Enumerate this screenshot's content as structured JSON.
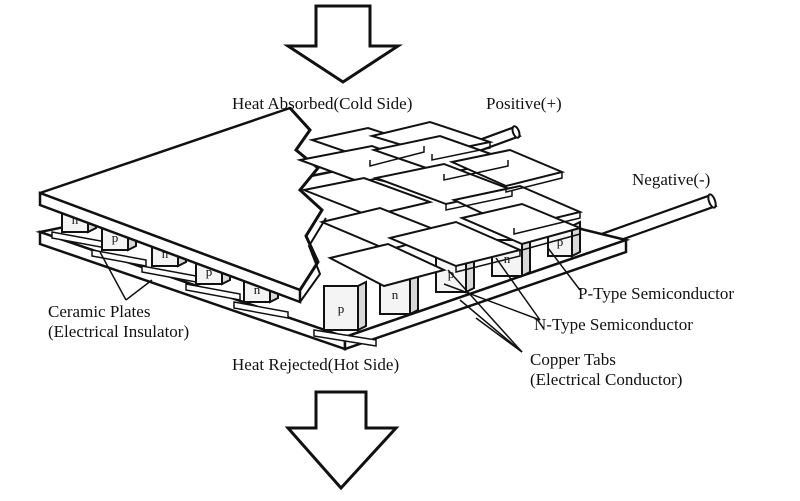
{
  "labels": {
    "heat_absorbed": "Heat Absorbed(Cold Side)",
    "positive": "Positive(+)",
    "negative": "Negative(-)",
    "p_type": "P-Type Semiconductor",
    "n_type": "N-Type Semiconductor",
    "ceramic_line1": "Ceramic Plates",
    "ceramic_line2": "(Electrical Insulator)",
    "heat_rejected": "Heat Rejected(Hot Side)",
    "copper_line1": "Copper Tabs",
    "copper_line2": "(Electrical Conductor)"
  },
  "element_letters": {
    "p": "p",
    "n": "n"
  },
  "front_row_sequence": [
    "n",
    "p",
    "n",
    "p",
    "n",
    "p",
    "n",
    "p",
    "n",
    "p"
  ],
  "colors": {
    "ink": "#111111",
    "paper": "#ffffff",
    "element_face": "#f4f4f4",
    "element_side": "#d9d9d9"
  },
  "icons": {
    "top_arrow": "down-arrow-icon",
    "bottom_arrow": "down-arrow-icon"
  }
}
